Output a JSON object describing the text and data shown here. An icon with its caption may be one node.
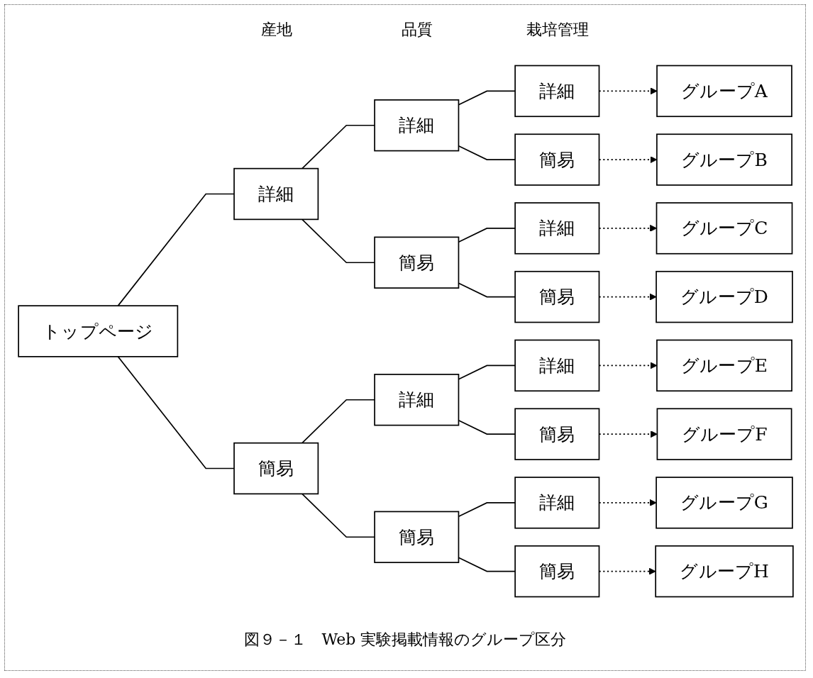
{
  "diagram": {
    "caption": "図９－１　Web 実験掲載情報のグループ区分",
    "nodes": [
      {
        "text": [
          "トップページ"
        ]
      },
      {
        "text": [
          "詳細"
        ]
      },
      {
        "text": [
          "簡易"
        ]
      },
      {
        "text": [
          "詳細"
        ]
      },
      {
        "text": [
          "簡易"
        ]
      },
      {
        "text": [
          "詳細"
        ]
      },
      {
        "text": [
          "簡易"
        ]
      },
      {
        "text": [
          "詳細"
        ]
      },
      {
        "text": [
          "簡易"
        ]
      },
      {
        "text": [
          "詳細"
        ]
      },
      {
        "text": [
          "簡易"
        ]
      },
      {
        "text": [
          "詳細"
        ]
      },
      {
        "text": [
          "簡易"
        ]
      },
      {
        "text": [
          "詳細"
        ]
      },
      {
        "text": [
          "簡易"
        ]
      },
      {
        "text": [
          "グループA"
        ]
      },
      {
        "text": [
          "グループB"
        ]
      },
      {
        "text": [
          "グループC"
        ]
      },
      {
        "text": [
          "グループD"
        ]
      },
      {
        "text": [
          "グループE"
        ]
      },
      {
        "text": [
          "グループF"
        ]
      },
      {
        "text": [
          "グループG"
        ]
      },
      {
        "text": [
          "グループH"
        ]
      }
    ],
    "edges": [
      {
        "from": 0,
        "to": 1,
        "arrow": "none"
      },
      {
        "from": 0,
        "to": 2,
        "arrow": "none"
      },
      {
        "from": 1,
        "to": 3,
        "arrow": "none"
      },
      {
        "from": 1,
        "to": 4,
        "arrow": "none"
      },
      {
        "from": 2,
        "to": 5,
        "arrow": "none"
      },
      {
        "from": 2,
        "to": 6,
        "arrow": "none"
      },
      {
        "from": 3,
        "to": 7,
        "arrow": "none"
      },
      {
        "from": 3,
        "to": 8,
        "arrow": "none"
      },
      {
        "from": 4,
        "to": 9,
        "arrow": "none"
      },
      {
        "from": 4,
        "to": 10,
        "arrow": "none"
      },
      {
        "from": 5,
        "to": 11,
        "arrow": "none"
      },
      {
        "from": 5,
        "to": 12,
        "arrow": "none"
      },
      {
        "from": 6,
        "to": 13,
        "arrow": "none"
      },
      {
        "from": 6,
        "to": 14,
        "arrow": "none"
      },
      {
        "from": 7,
        "to": 15,
        "arrow": "to",
        "style": "dashed"
      },
      {
        "from": 8,
        "to": 16,
        "arrow": "to",
        "style": "dashed"
      },
      {
        "from": 9,
        "to": 17,
        "arrow": "to",
        "style": "dashed"
      },
      {
        "from": 10,
        "to": 18,
        "arrow": "to",
        "style": "dashed"
      },
      {
        "from": 11,
        "to": 19,
        "arrow": "to",
        "style": "dashed"
      },
      {
        "from": 12,
        "to": 20,
        "arrow": "to",
        "style": "dashed"
      },
      {
        "from": 13,
        "to": 21,
        "arrow": "to",
        "style": "dashed"
      },
      {
        "from": 14,
        "to": 22,
        "arrow": "to",
        "style": "dashed"
      }
    ],
    "labels": [
      "産地",
      "品質",
      "栽培管理"
    ]
  }
}
